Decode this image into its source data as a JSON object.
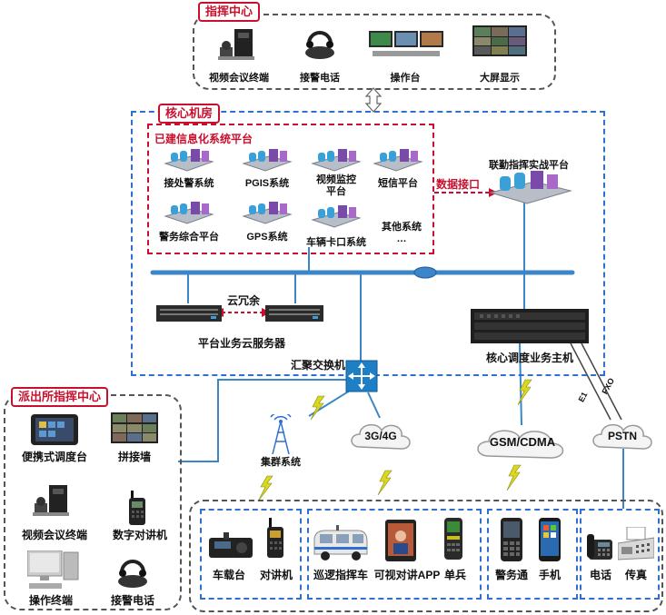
{
  "command_center": {
    "title": "指挥中心",
    "items": [
      "视频会议终端",
      "接警电话",
      "操作台",
      "大屏显示"
    ]
  },
  "core_room": {
    "title": "核心机房",
    "existing_platform": {
      "title": "已建信息化系统平台",
      "systems": [
        "接处警系统",
        "PGIS系统",
        "视频监控\n平台",
        "短信平台",
        "警务综合平台",
        "GPS系统",
        "车辆卡口系统",
        "其他系统\n…"
      ]
    },
    "data_interface": "数据接口",
    "combat_platform": "联勤指挥实战平台",
    "cloud_redundancy": "云冗余",
    "cloud_servers": "平台业务云服务器",
    "dispatch_host": "核心调度业务主机"
  },
  "aggregation_switch": "汇聚交换机",
  "police_station": {
    "title": "派出所指挥中心",
    "items": [
      "便携式调度台",
      "拼接墙",
      "视频会议终端",
      "数字对讲机",
      "操作终端",
      "接警电话"
    ]
  },
  "networks": {
    "trunking": "集群系统",
    "mobile_data": "3G/4G",
    "gsm": "GSM/CDMA",
    "pstn": "PSTN",
    "e1": "E1",
    "fxo": "FXO"
  },
  "terminals": {
    "group1": [
      "车载台",
      "对讲机"
    ],
    "group2": [
      "巡逻指挥车",
      "可视对讲APP",
      "单兵"
    ],
    "group3": [
      "警务通",
      "手机"
    ],
    "group4": [
      "电话",
      "传真"
    ]
  },
  "colors": {
    "accent_red": "#c8102e",
    "frame_blue": "#2f6fd0",
    "bus_blue": "#3a86c8",
    "bolt_yellow": "#d8d81e"
  }
}
